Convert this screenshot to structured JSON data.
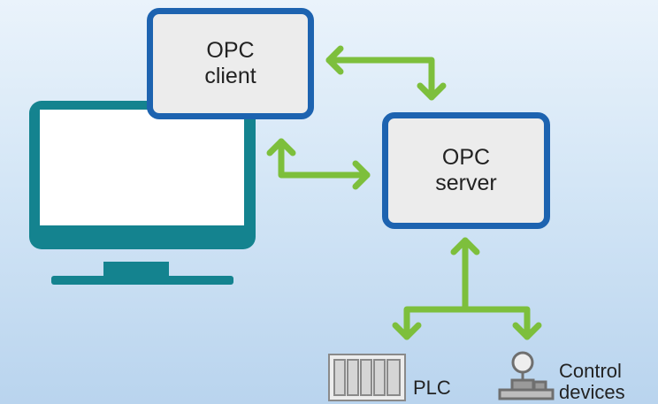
{
  "client": {
    "line1": "OPC",
    "line2": "client"
  },
  "server": {
    "line1": "OPC",
    "line2": "server"
  },
  "devices": {
    "plc": "PLC",
    "control_line1": "Control",
    "control_line2": "devices"
  },
  "colors": {
    "box_border": "#1d63b0",
    "box_fill": "#ececec",
    "monitor": "#14838f",
    "arrow": "#7dbf3c",
    "device_icon": "#8a8a8a"
  },
  "icons": [
    "monitor-icon",
    "plc-icon",
    "joystick-icon"
  ]
}
